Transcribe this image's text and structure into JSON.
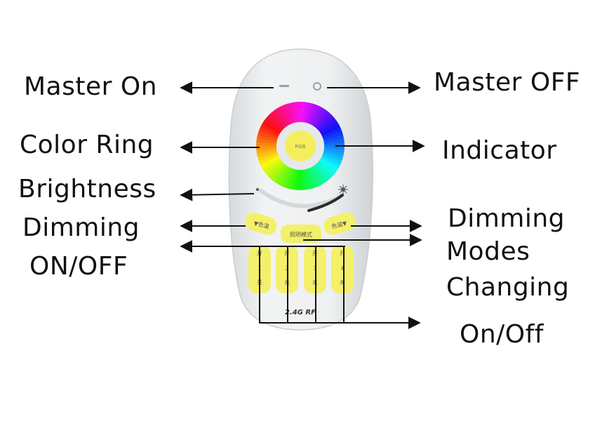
{
  "labels": {
    "master_on": "Master On",
    "master_off": "Master OFF",
    "color_ring": "Color Ring",
    "indicator": "Indicator",
    "brightness": "Brightness",
    "dimming_left": "Dimming",
    "on_off_left": "ON/OFF",
    "dimming_right": "Dimming",
    "modes": "Modes",
    "changing": "Changing",
    "on_off_right": "On/Off"
  },
  "remote": {
    "ring_center_label": "RGB",
    "left_button_label": "▼色温",
    "right_button_label": "色温▼",
    "mode_button_label": "照明模式",
    "zone_buttons": [
      {
        "top": "开",
        "num": "1",
        "bottom": "关"
      },
      {
        "top": "开",
        "num": "2",
        "bottom": "关"
      },
      {
        "top": "开",
        "num": "3",
        "bottom": "关"
      },
      {
        "top": "开",
        "num": "4",
        "bottom": "关"
      }
    ],
    "rf_label": "2.4G RF",
    "body_color": "#eceff0",
    "button_color": "#f4f06a",
    "arrow_color": "#111111"
  }
}
